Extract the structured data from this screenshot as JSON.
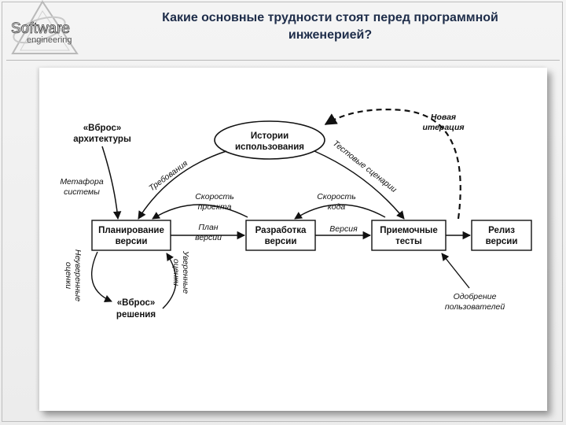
{
  "logo": {
    "line1": "Software",
    "line2": "engineering"
  },
  "title": {
    "line1": "Какие основные трудности стоят перед программной",
    "line2": "инженерией?"
  },
  "diagram": {
    "nodes": {
      "stories": [
        "Истории",
        "использования"
      ],
      "arch_spike": [
        "«Вброс»",
        "архитектуры"
      ],
      "release_planning": [
        "Планирование",
        "версии"
      ],
      "development": [
        "Разработка",
        "версии"
      ],
      "acceptance": [
        "Приемочные",
        "тесты"
      ],
      "release": [
        "Релиз",
        "версии"
      ],
      "spike": [
        "«Вброс»",
        "решения"
      ]
    },
    "labels": {
      "new_iteration": [
        "Новая",
        "итерация"
      ],
      "requirements": "Требования",
      "test_scenarios": "Тестовые сценарии",
      "metaphor": [
        "Метафора",
        "системы"
      ],
      "project_speed": [
        "Скорость",
        "проекта"
      ],
      "code_speed": [
        "Скорость",
        "кода"
      ],
      "release_plan": [
        "План",
        "версии"
      ],
      "version": "Версия",
      "uncertain_estimates": [
        "Неуверенные",
        "оценки"
      ],
      "confident_estimates": [
        "Уверенные",
        "оценки"
      ],
      "user_approval": [
        "Одобрение",
        "пользователей"
      ]
    }
  }
}
